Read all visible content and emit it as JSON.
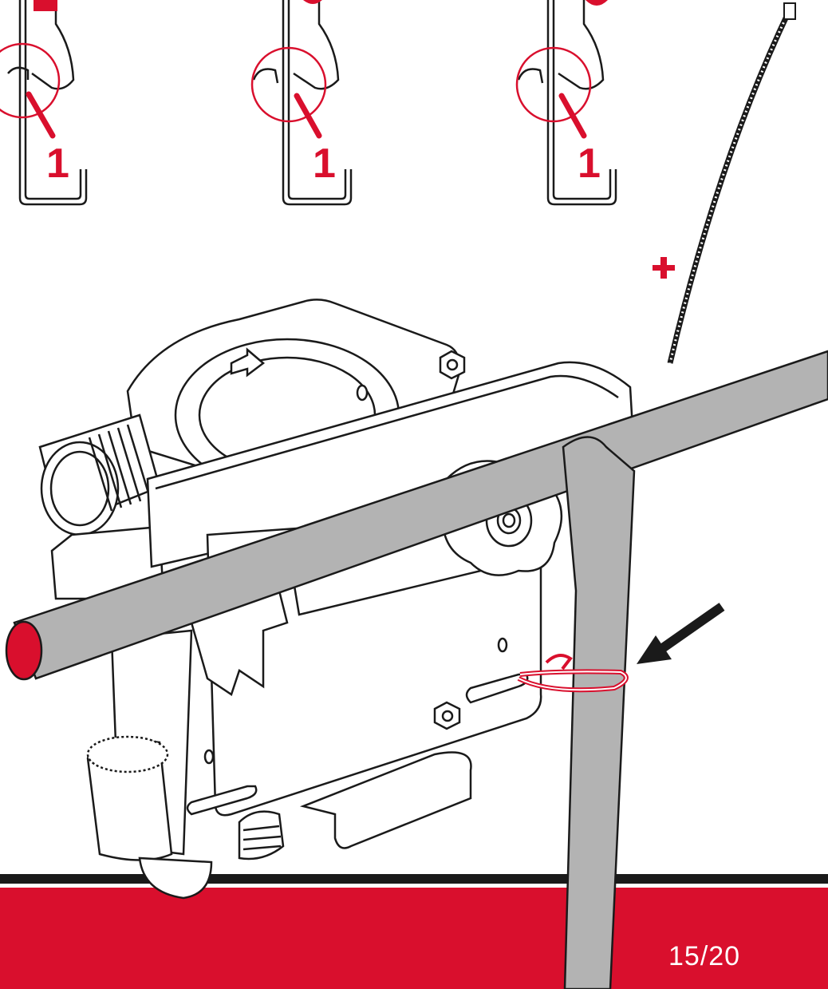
{
  "page": {
    "number": "15/20"
  },
  "panels": [
    {
      "step_label": "1"
    },
    {
      "step_label": "1"
    },
    {
      "step_label": "1"
    }
  ],
  "colors": {
    "accent": "#d90f2d",
    "pipe": "#b3b3b3",
    "line": "#1a1a1a",
    "background": "#ffffff"
  },
  "icons": [
    "plus-icon",
    "arrow-icon",
    "cable-tie-icon"
  ]
}
